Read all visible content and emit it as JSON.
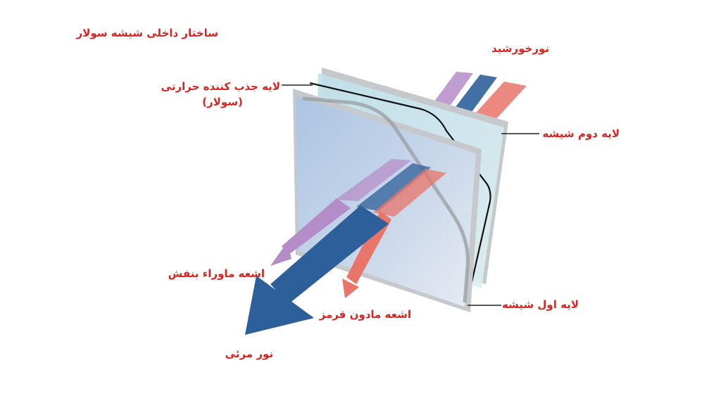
{
  "title": "ساختار داخلی شیشه سولار",
  "labels": {
    "sunlight": "نورخورشید",
    "solar_layer_line1": "لایه جذب کننده حرارتی",
    "solar_layer_line2": "(سولار)",
    "second_glass": "لایه دوم شیشه",
    "first_glass": "لایه اول شیشه",
    "ultraviolet": "اشعه ماوراء بنفش",
    "infrared": "اشعه مادون قرمز",
    "visible_light": "نور مرئی"
  },
  "colors": {
    "label_text": "#d7241f",
    "ultraviolet_ray": "#b48cc8",
    "visible_ray": "#2d5f9a",
    "infrared_ray": "#e8746a",
    "glass_front": "#b9cfe6",
    "glass_back": "#cfe6ee",
    "glass_edge": "#c6c9cc",
    "solar_line": "#111111",
    "leader_line": "#222222"
  }
}
